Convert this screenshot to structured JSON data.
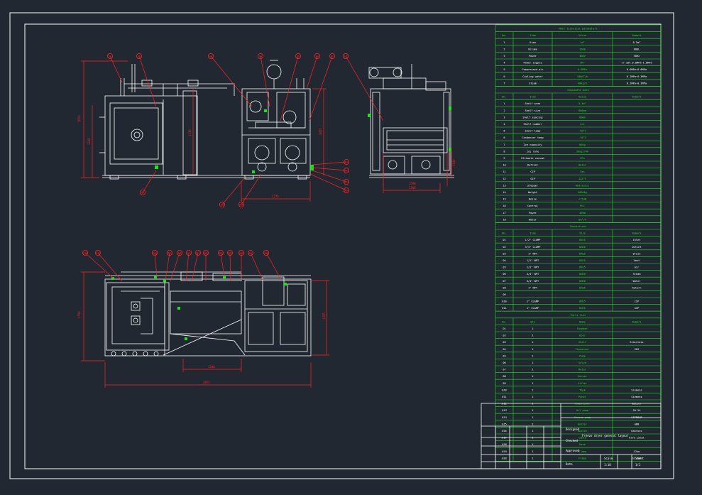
{
  "colors": {
    "background": "#222831",
    "frame": "#ffffff",
    "table_lines": "#19e619",
    "table_text": "#ffffff",
    "table_highlight": "#19e619",
    "leader": "#ff2222",
    "balloon": "#ff2222",
    "dimension": "#ff2222",
    "part": "#ffffff",
    "green_part": "#19e619"
  },
  "drawing": {
    "dims": {
      "front_width": "2855",
      "front_height": "1650",
      "front_panel": "1130",
      "front_left": "1330",
      "chamber_width": "1276",
      "side_width": "1360",
      "side_height": "1100",
      "side_bottom": "1590",
      "plan_inner": "1200",
      "plan_total": "2855",
      "plan_height": "1700",
      "plan_right": "1355"
    },
    "balloons_front": [
      "01",
      "02",
      "03",
      "04",
      "05",
      "06",
      "07",
      "08",
      "09",
      "010",
      "011",
      "012",
      "013",
      "014"
    ],
    "balloons_side": [
      "015"
    ],
    "balloons_plan": [
      "016",
      "017",
      "018",
      "019",
      "020",
      "021",
      "022",
      "023",
      "024",
      "025",
      "026",
      "027",
      "028"
    ]
  },
  "tables": {
    "t1": {
      "title": "Main technical parameters",
      "headers": [
        "No.",
        "Item",
        "Value",
        "Remark"
      ],
      "rows": [
        [
          "1",
          "Area",
          "1m²",
          "0.5m²"
        ],
        [
          "2",
          "Volume",
          "1000",
          "800L"
        ],
        [
          "3",
          "Power",
          "380V",
          "50Hz"
        ],
        [
          "4",
          "Power supply",
          "3N~",
          "+/-10% 0.8MPa~1.0MPa"
        ],
        [
          "5",
          "Compressed air",
          "0.6MPa",
          "0.6MPa~0.8MPa"
        ],
        [
          "6",
          "Cooling water",
          "100m³/h",
          "0.1MPa~0.3MPa"
        ],
        [
          "7",
          "Steam",
          "40kg/h",
          "0.1MPa~0.3MPa"
        ]
      ]
    },
    "t2": {
      "title": "Equipment data",
      "headers": [
        "No.",
        "Item",
        "Value",
        "Remark"
      ],
      "rows": [
        [
          "1",
          "Shelf area",
          "5.4m²",
          ""
        ],
        [
          "2",
          "Shelf size",
          "600mm",
          ""
        ],
        [
          "3",
          "Shelf spacing",
          "80mm",
          ""
        ],
        [
          "4",
          "Shelf number",
          "4+1",
          ""
        ],
        [
          "5",
          "Shelf temp",
          "-50°C",
          ""
        ],
        [
          "6",
          "Condenser temp",
          "-70°C",
          ""
        ],
        [
          "7",
          "Ice capacity",
          "60kg",
          ""
        ],
        [
          "8",
          "Ice rate",
          "20kg/24h",
          ""
        ],
        [
          "9",
          "Ultimate vacuum",
          "5Pa",
          ""
        ],
        [
          "10",
          "Defrost",
          "Water",
          ""
        ],
        [
          "11",
          "CIP",
          "Yes",
          ""
        ],
        [
          "12",
          "SIP",
          "121°C",
          ""
        ],
        [
          "13",
          "Stopper",
          "Hydraulic",
          ""
        ],
        [
          "14",
          "Weight",
          "3000kg",
          ""
        ],
        [
          "15",
          "Noise",
          "<75dB",
          ""
        ],
        [
          "16",
          "Control",
          "PLC",
          ""
        ],
        [
          "17",
          "Power",
          "40kW",
          ""
        ],
        [
          "18",
          "Water",
          "6m³/h",
          ""
        ]
      ]
    },
    "t3": {
      "title": "Connections",
      "headers": [
        "No.",
        "Item",
        "Size",
        "Remark"
      ],
      "rows": [
        [
          "01",
          "1/2\" CLAMP",
          "DN15",
          "Inlet"
        ],
        [
          "02",
          "3/4\" CLAMP",
          "DN20",
          "Outlet"
        ],
        [
          "03",
          "1\" NPT",
          "DN25",
          "Drain"
        ],
        [
          "04",
          "1/2\" NPT",
          "DN15",
          "Vent"
        ],
        [
          "05",
          "1/2\" NPT",
          "DN15",
          "Air"
        ],
        [
          "06",
          "3/4\" NPT",
          "DN20",
          "Steam"
        ],
        [
          "07",
          "3/4\" NPT",
          "DN20",
          "Water"
        ],
        [
          "08",
          "1\" NPT",
          "DN25",
          "Return"
        ],
        [
          "09",
          "",
          "",
          ""
        ],
        [
          "010",
          "1\" CLAMP",
          "DN25",
          "CIP"
        ],
        [
          "011",
          "1\" CLAMP",
          "DN25",
          "SIP"
        ]
      ]
    },
    "t4": {
      "title": "Parts list",
      "headers": [
        "No.",
        "Qty",
        "Name",
        "Remark"
      ],
      "rows": [
        [
          "01",
          "1",
          "Chamber",
          ""
        ],
        [
          "02",
          "1",
          "Door",
          ""
        ],
        [
          "03",
          "1",
          "Shelf",
          "Stainless"
        ],
        [
          "04",
          "1",
          "Condenser",
          "SUS"
        ],
        [
          "05",
          "1",
          "Pump",
          ""
        ],
        [
          "06",
          "1",
          "Valve",
          ""
        ],
        [
          "07",
          "1",
          "Motor",
          ""
        ],
        [
          "08",
          "1",
          "Sensor",
          ""
        ],
        [
          "09",
          "1",
          "Filter",
          ""
        ],
        [
          "010",
          "1",
          "Tank",
          "Siemens"
        ],
        [
          "011",
          "1",
          "Panel",
          "Siemens"
        ],
        [
          "012",
          "2",
          "Compressor",
          "Bitzer"
        ],
        [
          "013",
          "1",
          "Oil pump",
          "SA-24"
        ],
        [
          "014",
          "1",
          "Vacuum pump",
          "LEYBOLD"
        ],
        [
          "015",
          "1",
          "Heater",
          "ABB"
        ],
        [
          "016",
          "1",
          "Switch",
          "Danfoss"
        ],
        [
          "017",
          "2",
          "Cable",
          "Alfa Laval"
        ],
        [
          "018",
          "1",
          "Hose",
          ""
        ],
        [
          "019",
          "1",
          "Clamp",
          "12kw"
        ],
        [
          "020",
          "1",
          "Frame",
          "SS 304"
        ]
      ]
    },
    "title_block": {
      "title": "Freeze dryer general layout",
      "labels": [
        "Designed",
        "Checked",
        "Approved",
        "Date"
      ],
      "scale_label": "Scale",
      "scale_value": "1:10",
      "sheet_label": "Sheet",
      "sheet_value": "1/1"
    }
  }
}
